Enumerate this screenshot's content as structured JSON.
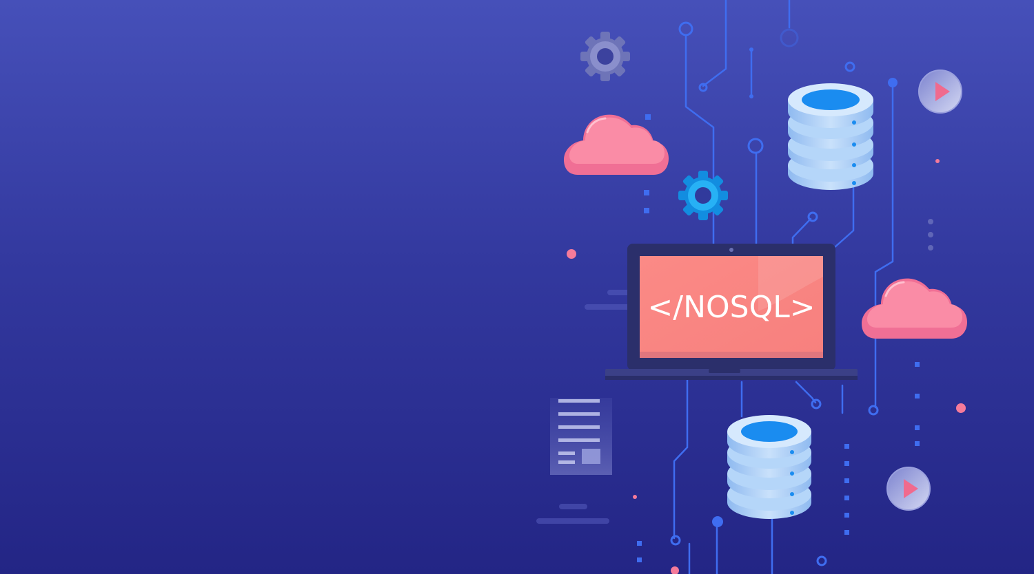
{
  "hero": {
    "screen_text": "</NOSQL>"
  },
  "colors": {
    "background_top": "#4650b9",
    "background_bottom": "#232585",
    "circuit_line": "#3f6df0",
    "cloud": "#f57b9a",
    "screen": "#fa8585",
    "laptop_frame": "#2b2f6b",
    "database": "#a6ccf6",
    "database_top": "#1a8cf0",
    "gear_blue": "#1ba3f0",
    "gear_grey": "#6e74b8",
    "play_arrow": "#f06a8e"
  },
  "icons": [
    "gear-icon-grey",
    "gear-icon-blue",
    "cloud-icon-left",
    "cloud-icon-right",
    "database-icon-top",
    "database-icon-bottom",
    "laptop-icon",
    "play-button-icon-top",
    "play-button-icon-bottom",
    "document-icon"
  ]
}
